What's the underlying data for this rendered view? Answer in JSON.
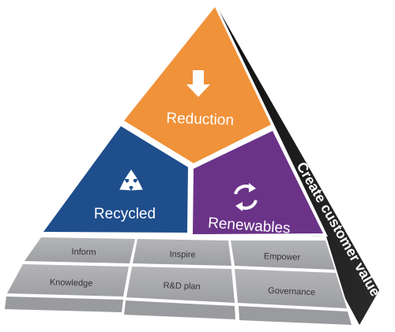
{
  "pyramid": {
    "segments": {
      "top": {
        "label": "Reduction",
        "icon": "down-arrow-icon",
        "color": "#F0923A"
      },
      "left": {
        "label": "Recycled",
        "icon": "recycle-icon",
        "color": "#1F4E8C"
      },
      "right": {
        "label": "Renewables",
        "icon": "renew-cycle-icon",
        "color": "#6A3388"
      }
    },
    "side": {
      "label": "Create customer value",
      "color": "#1a1a1a"
    },
    "base_rows": [
      [
        "Inform",
        "Inspire",
        "Empower"
      ],
      [
        "Knowledge",
        "R&D plan",
        "Governance"
      ]
    ],
    "base_color": "#A8A9AC"
  }
}
